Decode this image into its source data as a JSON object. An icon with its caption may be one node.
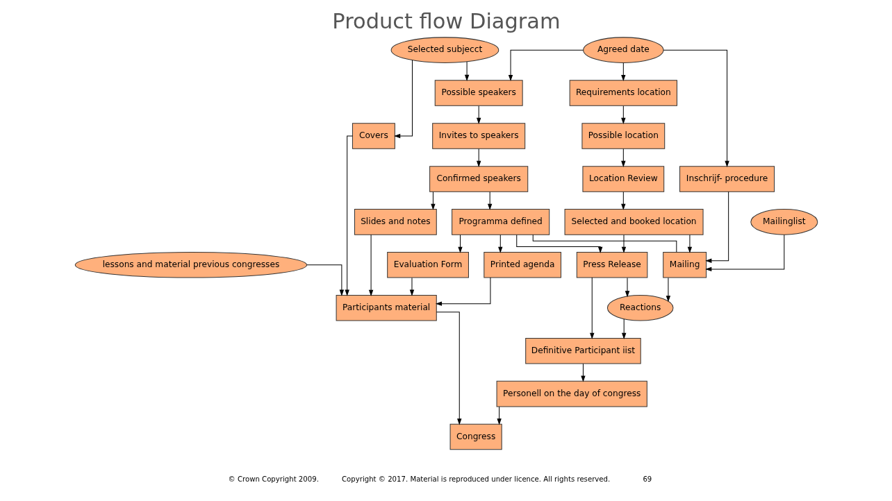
{
  "diagram": {
    "title": "Product flow Diagram",
    "nodes": [
      {
        "text": [
          "Selected subjecct"
        ]
      },
      {
        "text": [
          "Agreed date"
        ]
      },
      {
        "text": [
          "Possible speakers"
        ]
      },
      {
        "text": [
          "Requirements location"
        ]
      },
      {
        "text": [
          "Inschrijf- procedure"
        ]
      },
      {
        "text": [
          "Invites to speakers"
        ]
      },
      {
        "text": [
          "Possible location"
        ]
      },
      {
        "text": [
          "Location Review"
        ]
      },
      {
        "text": [
          "Confirmed speakers"
        ]
      },
      {
        "text": [
          "Mailinglist"
        ]
      },
      {
        "text": [
          "Selected and booked location"
        ]
      },
      {
        "text": [
          "Programma defined"
        ]
      },
      {
        "text": [
          "Mailing"
        ]
      },
      {
        "text": [
          "Covers"
        ]
      },
      {
        "text": [
          "Slides and notes"
        ]
      },
      {
        "text": [
          "Printed agenda"
        ]
      },
      {
        "text": [
          "Evaluation Form"
        ]
      },
      {
        "text": [
          "Press Release"
        ]
      },
      {
        "text": [
          "Reactions"
        ]
      },
      {
        "text": [
          "Definitive Participant iist"
        ]
      },
      {
        "text": [
          "Participants material"
        ]
      },
      {
        "text": [
          "Personell on the day of congress"
        ]
      },
      {
        "text": [
          "lessons and material previous congresses"
        ]
      },
      {
        "text": [
          "Congress"
        ]
      }
    ],
    "edges": [
      {
        "from": 0,
        "to": 2,
        "arrow": "to"
      },
      {
        "from": 0,
        "to": 13,
        "arrow": "to"
      },
      {
        "from": 1,
        "to": 2,
        "arrow": "to"
      },
      {
        "from": 1,
        "to": 3,
        "arrow": "to"
      },
      {
        "from": 1,
        "to": 4,
        "arrow": "to"
      },
      {
        "from": 2,
        "to": 5,
        "arrow": "to"
      },
      {
        "from": 5,
        "to": 8,
        "arrow": "to"
      },
      {
        "from": 8,
        "to": 14,
        "arrow": "to"
      },
      {
        "from": 8,
        "to": 11,
        "arrow": "to"
      },
      {
        "from": 3,
        "to": 6,
        "arrow": "to"
      },
      {
        "from": 6,
        "to": 7,
        "arrow": "to"
      },
      {
        "from": 7,
        "to": 10,
        "arrow": "to"
      },
      {
        "from": 11,
        "to": 15,
        "arrow": "to"
      },
      {
        "from": 11,
        "to": 16,
        "arrow": "to"
      },
      {
        "from": 11,
        "to": 17,
        "arrow": "to"
      },
      {
        "from": 11,
        "to": 12,
        "arrow": "none"
      },
      {
        "from": 10,
        "to": 12,
        "arrow": "to"
      },
      {
        "from": 10,
        "to": 17,
        "arrow": "to"
      },
      {
        "from": 9,
        "to": 12,
        "arrow": "to"
      },
      {
        "from": 4,
        "to": 12,
        "arrow": "to"
      },
      {
        "from": 12,
        "to": 18,
        "arrow": "to"
      },
      {
        "from": 17,
        "to": 18,
        "arrow": "to"
      },
      {
        "from": 17,
        "to": 19,
        "arrow": "to"
      },
      {
        "from": 18,
        "to": 19,
        "arrow": "to"
      },
      {
        "from": 19,
        "to": 21,
        "arrow": "to"
      },
      {
        "from": 13,
        "to": 20,
        "arrow": "to"
      },
      {
        "from": 14,
        "to": 20,
        "arrow": "to"
      },
      {
        "from": 15,
        "to": 20,
        "arrow": "to"
      },
      {
        "from": 16,
        "to": 20,
        "arrow": "to"
      },
      {
        "from": 22,
        "to": 20,
        "arrow": "to"
      },
      {
        "from": 20,
        "to": 23,
        "arrow": "to"
      },
      {
        "from": 21,
        "to": 23,
        "arrow": "to"
      }
    ],
    "labels": [
      "© Crown Copyright 2009.",
      "Copyright © 2017. Material is reproduced under licence. All rights reserved.",
      "69"
    ]
  }
}
